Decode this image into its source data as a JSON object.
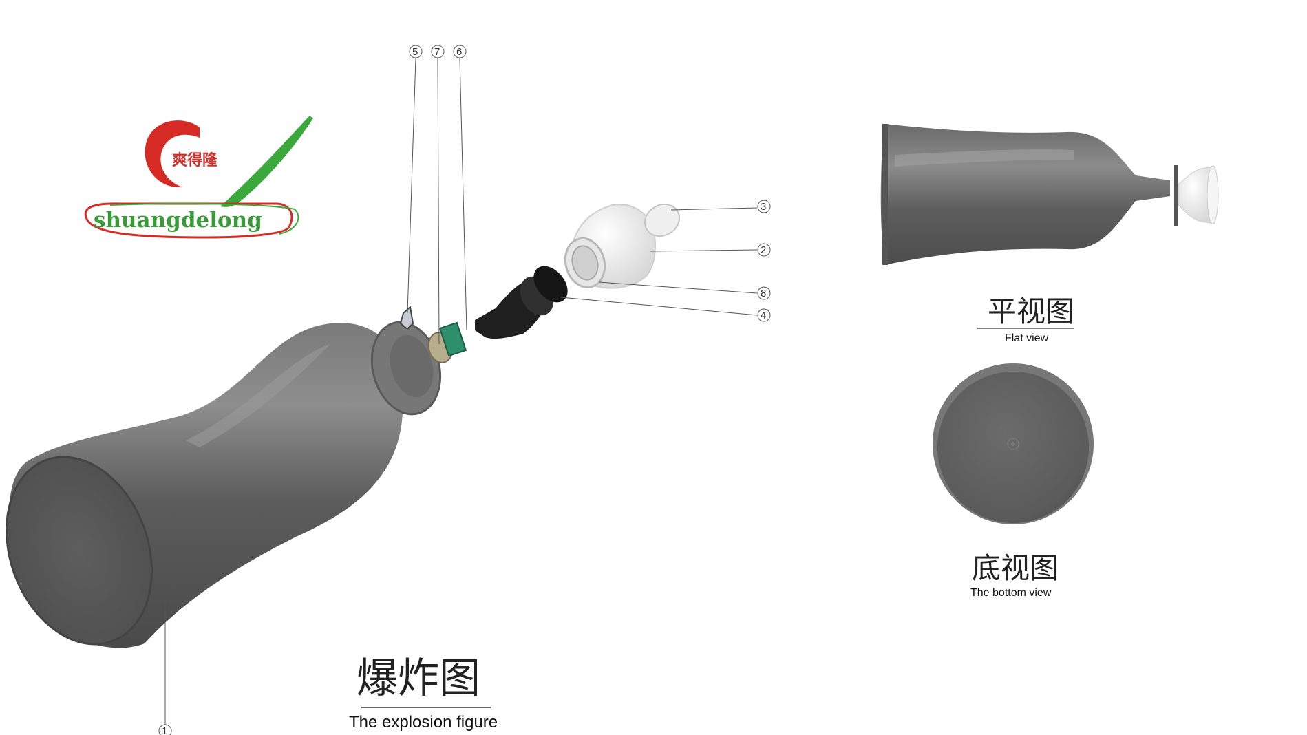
{
  "logo": {
    "chinese": "爽得隆",
    "latin": "shuangdelong",
    "colors": {
      "red": "#d52b24",
      "green": "#3aa83a"
    }
  },
  "callouts": [
    "1",
    "2",
    "3",
    "4",
    "5",
    "6",
    "7",
    "8"
  ],
  "views": {
    "explosion": {
      "title_cn": "爆炸图",
      "title_en": "The explosion figure"
    },
    "flat": {
      "title_cn": "平视图",
      "title_en": "Flat view"
    },
    "bottom": {
      "title_cn": "底视图",
      "title_en": "The bottom view"
    }
  },
  "colors": {
    "body": "#6a6a6a",
    "cap": "#eeeeee",
    "board": "#2e8f6c",
    "rubber": "#1a1a1a"
  }
}
